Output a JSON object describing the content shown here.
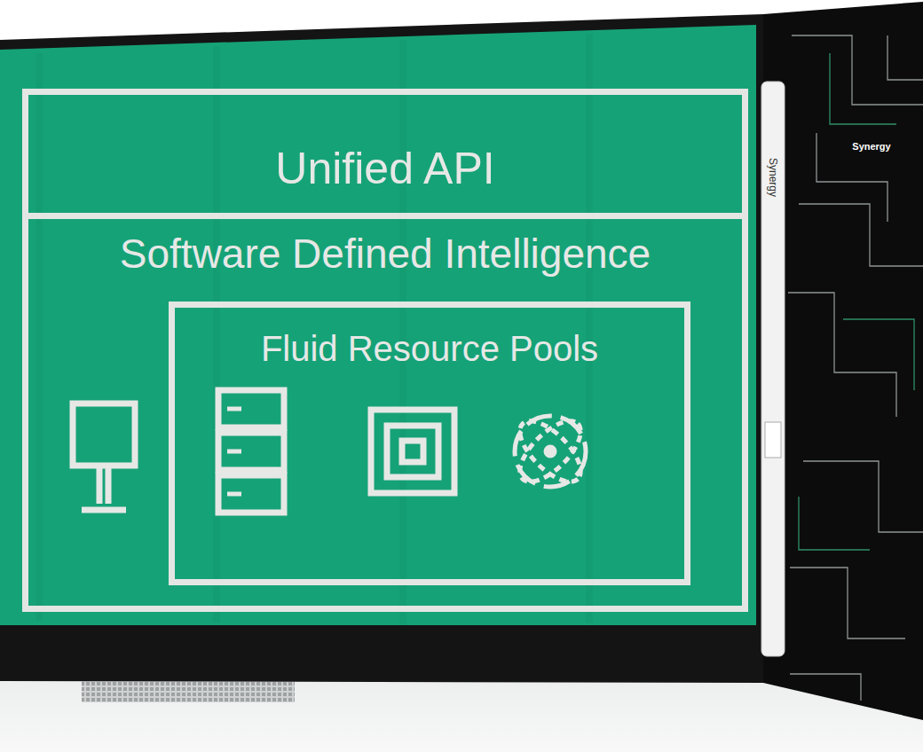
{
  "diagram": {
    "nodes": [
      {
        "text": [
          "Unified API"
        ]
      },
      {
        "text": [
          "Software Defined Intelligence"
        ]
      },
      {
        "text": [
          "Fluid Resource Pools"
        ],
        "in": 1
      }
    ],
    "labels": [
      "Synergy",
      "Synergy"
    ]
  }
}
